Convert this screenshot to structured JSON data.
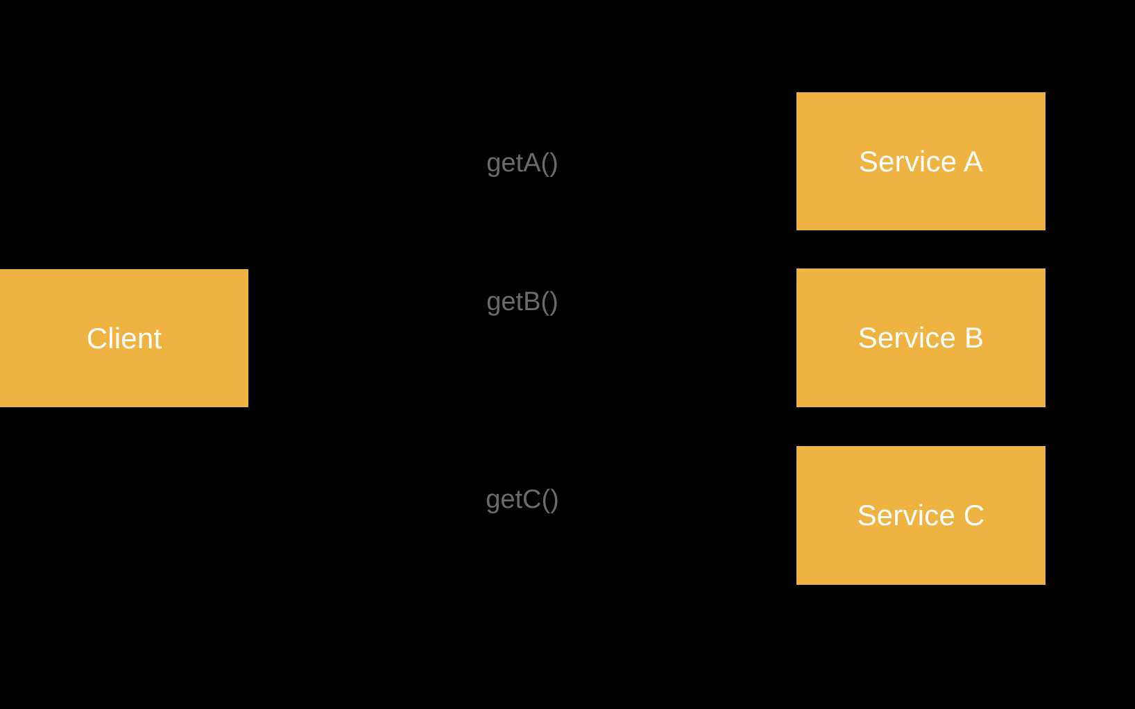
{
  "diagram": {
    "background_color": "#000000",
    "node_fill_color": "#efb342",
    "node_text_color": "#ffffff",
    "edge_label_color": "#6b6b6b",
    "nodes": [
      {
        "id": "client",
        "label": "Client"
      },
      {
        "id": "serviceA",
        "label": "Service A"
      },
      {
        "id": "serviceB",
        "label": "Service B"
      },
      {
        "id": "serviceC",
        "label": "Service C"
      }
    ],
    "edges": [
      {
        "id": "edgeA",
        "from": "client",
        "to": "serviceA",
        "label": "getA()"
      },
      {
        "id": "edgeB",
        "from": "client",
        "to": "serviceB",
        "label": "getB()"
      },
      {
        "id": "edgeC",
        "from": "client",
        "to": "serviceC",
        "label": "getC()"
      }
    ]
  }
}
